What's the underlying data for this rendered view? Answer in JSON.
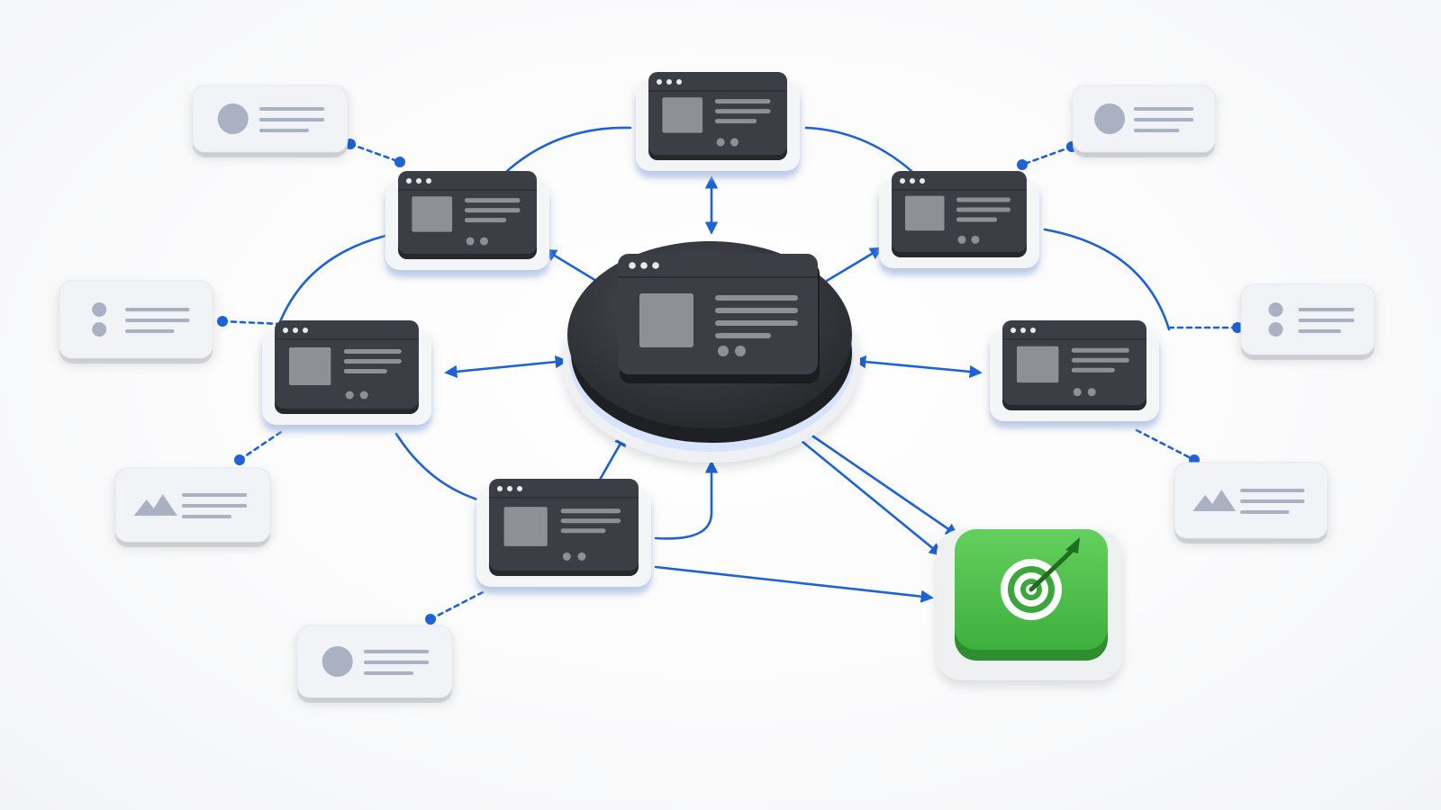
{
  "diagram": {
    "colors": {
      "background": "#fbfbfc",
      "connector": "#1e63d6",
      "node_dark": "#3b3e44",
      "node_dark_top": "#4a4d53",
      "node_base": "#f4f5f7",
      "node_glow": "#c9dcff",
      "content_gray": "#8e9096",
      "card_face": "#f2f3f6",
      "card_icon": "#a9b1c2",
      "goal_green": "#3db03e",
      "goal_green_light": "#64cf5c",
      "target_white": "#ffffff"
    },
    "hub": {
      "name": "central-hub-node",
      "icon": "browser-window-icon"
    },
    "windows": [
      {
        "name": "window-node-top",
        "icon": "browser-window-icon"
      },
      {
        "name": "window-node-upper-left",
        "icon": "browser-window-icon"
      },
      {
        "name": "window-node-upper-right",
        "icon": "browser-window-icon"
      },
      {
        "name": "window-node-mid-left",
        "icon": "browser-window-icon"
      },
      {
        "name": "window-node-mid-right",
        "icon": "browser-window-icon"
      },
      {
        "name": "window-node-bottom",
        "icon": "browser-window-icon"
      }
    ],
    "cards": [
      {
        "name": "info-card-upper-left",
        "icon": "profile-circle-icon"
      },
      {
        "name": "info-card-upper-right",
        "icon": "profile-circle-icon"
      },
      {
        "name": "info-card-mid-left",
        "icon": "two-dots-list-icon"
      },
      {
        "name": "info-card-mid-right",
        "icon": "two-dots-list-icon"
      },
      {
        "name": "info-card-lower-left",
        "icon": "mountain-image-icon"
      },
      {
        "name": "info-card-lower-right",
        "icon": "mountain-image-icon"
      },
      {
        "name": "info-card-bottom-left",
        "icon": "profile-circle-icon"
      }
    ],
    "goal": {
      "name": "goal-target-node",
      "icon": "target-arrow-icon"
    }
  }
}
